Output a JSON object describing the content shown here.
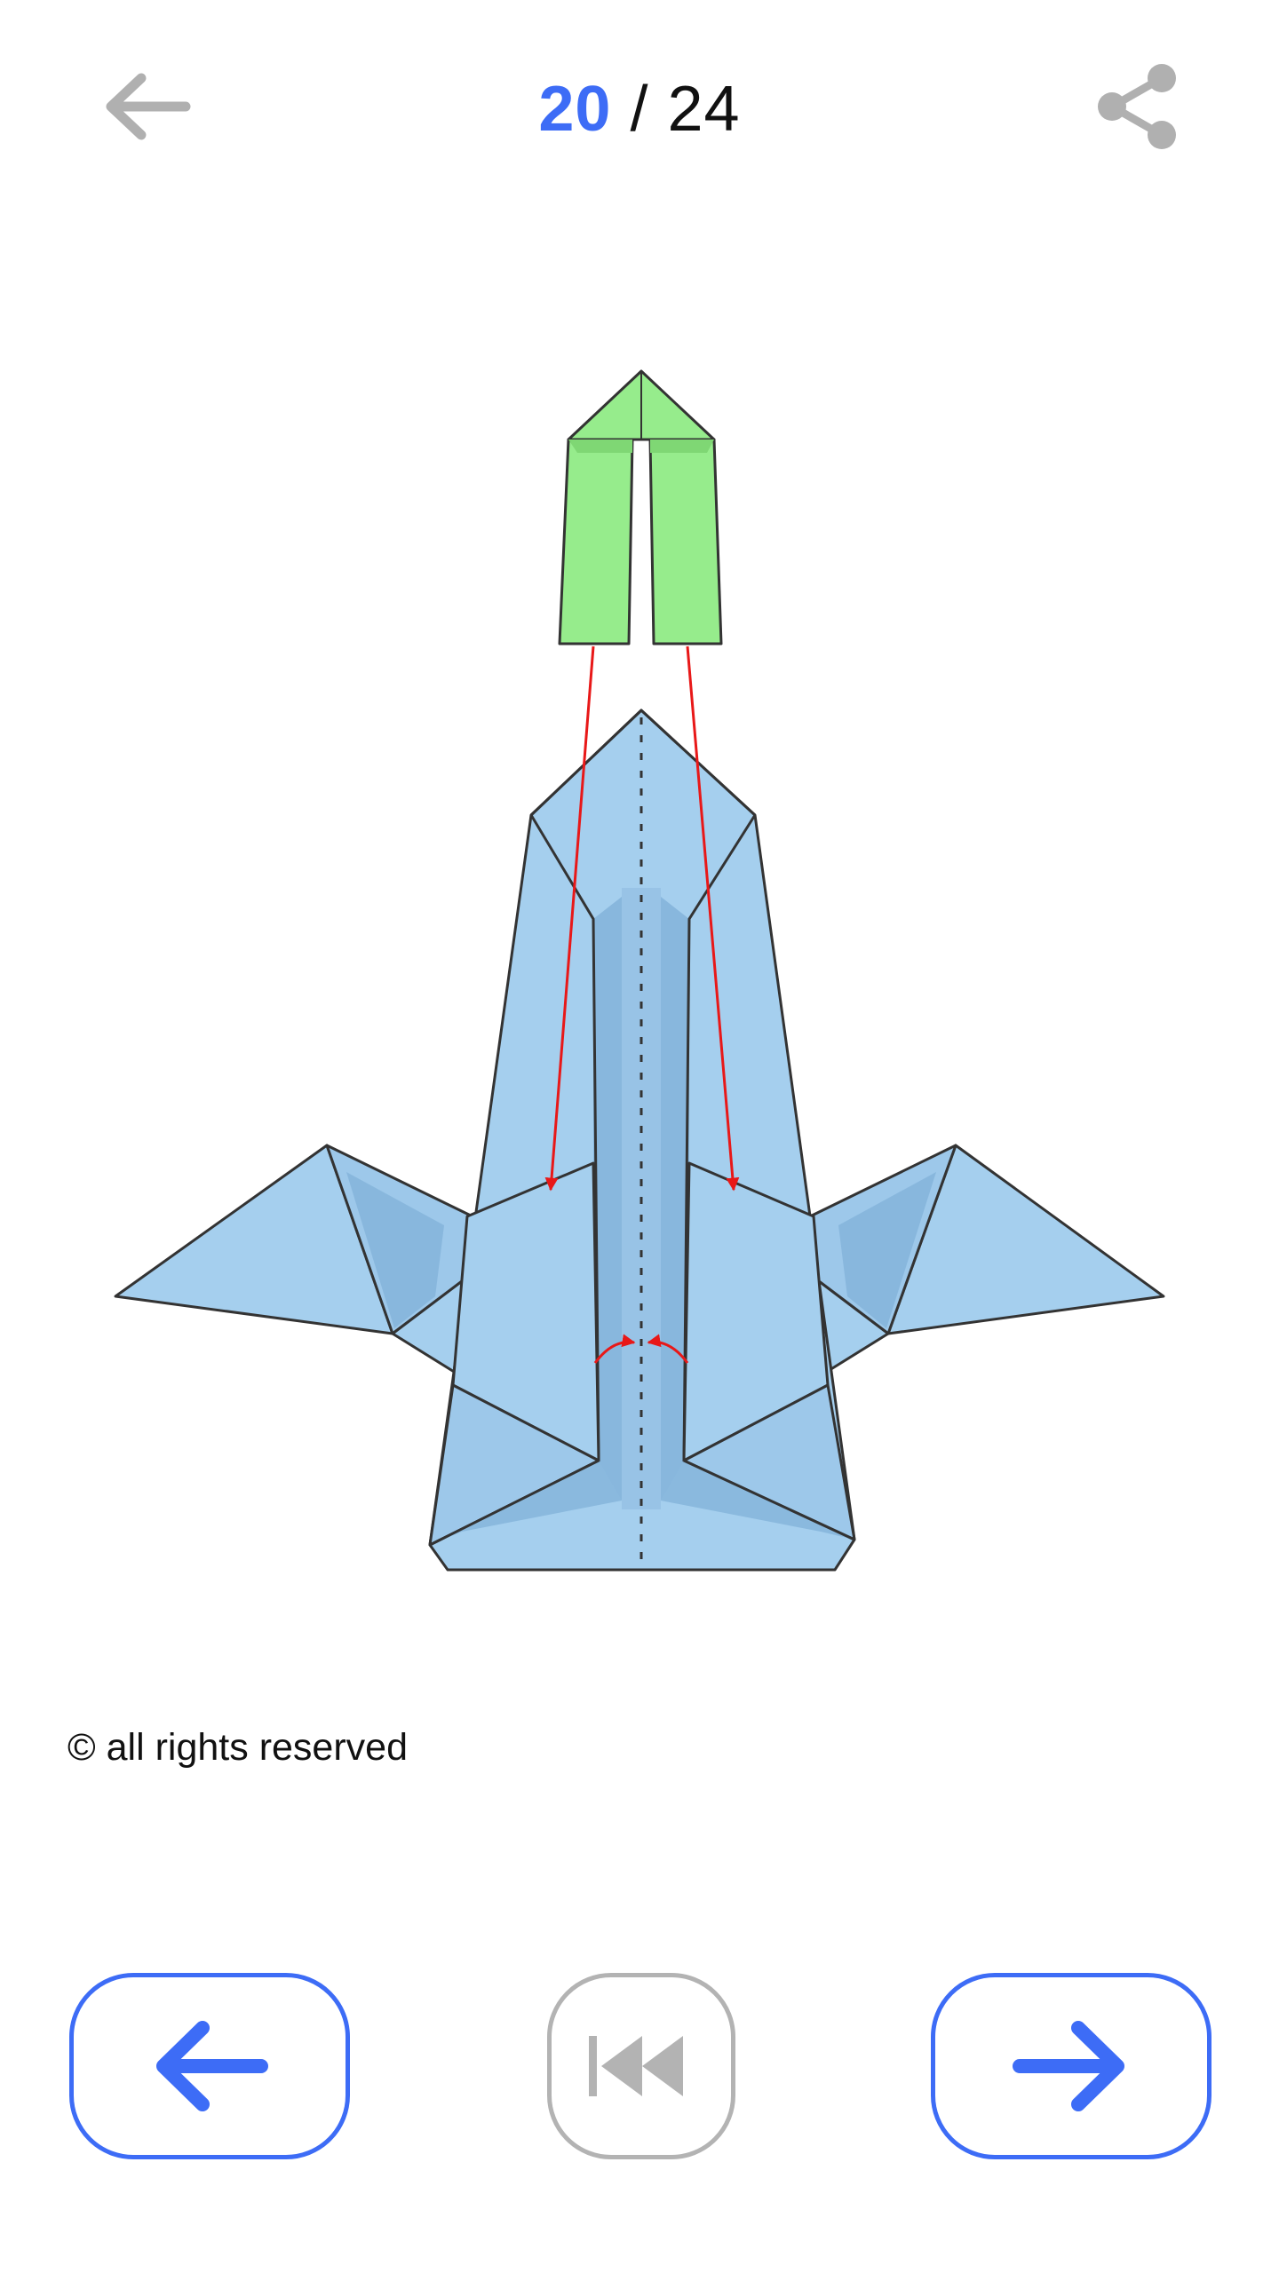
{
  "header": {
    "current_step": "20",
    "separator": " / ",
    "total_steps": "24",
    "back_icon": "arrow-left-icon",
    "share_icon": "share-icon"
  },
  "footer": {
    "copyright": "© all rights reserved"
  },
  "nav": {
    "prev_icon": "arrow-left-icon",
    "first_icon": "skip-to-start-icon",
    "next_icon": "arrow-right-icon"
  },
  "colors": {
    "accent": "#3d6cf6",
    "inactive": "#b3b3b3",
    "paper_blue": "#a5cfee",
    "paper_green": "#96ec8c",
    "fold_arrow": "#e81818"
  }
}
